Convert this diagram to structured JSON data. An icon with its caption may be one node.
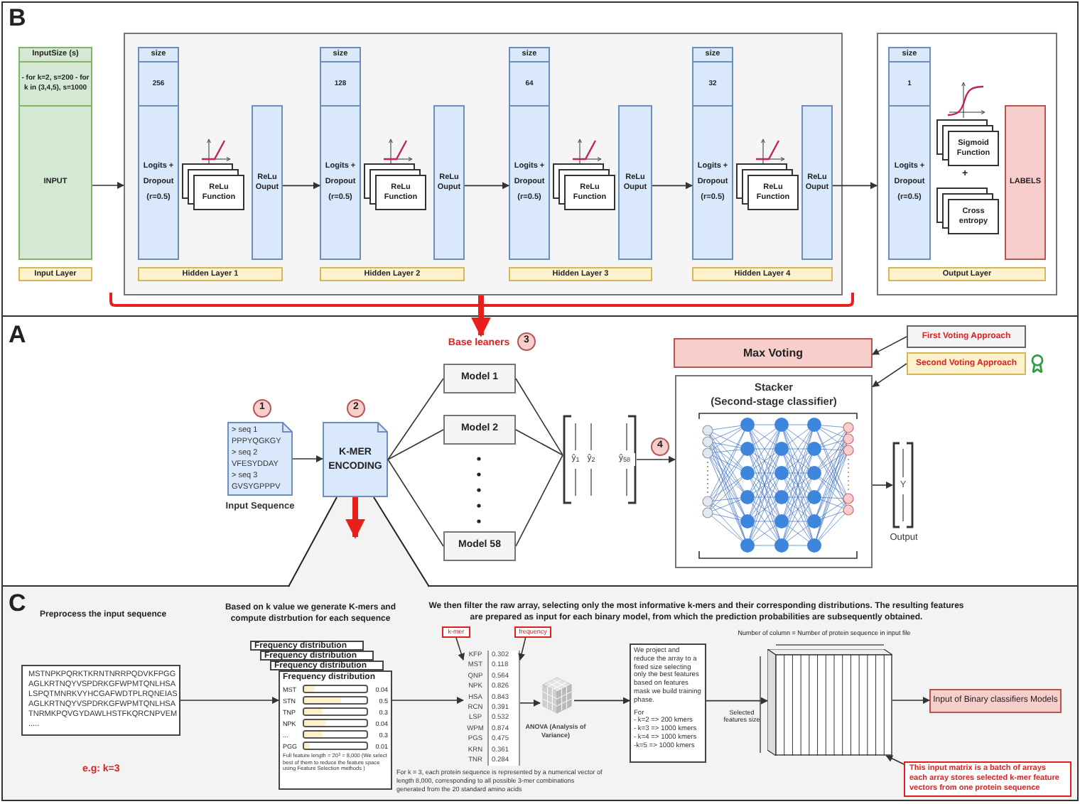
{
  "diagram": {
    "nodes": [
      {
        "text": [
          "InputSize (s)",
          "- for k=2, s=200 - for k in (3,4,5), s=1000",
          "INPUT"
        ]
      },
      {
        "text": [
          "Input Layer"
        ]
      },
      {
        "text": [],
        "shape": "box"
      },
      {
        "text": [
          "size",
          "256",
          "Logits + Dropout (r=0.5)"
        ],
        "in": 2
      },
      {
        "text": [
          "ReLu Function"
        ],
        "in": 2
      },
      {
        "text": [
          "ReLu Ouput"
        ],
        "in": 2
      },
      {
        "text": [
          "Hidden Layer 1"
        ],
        "in": 2
      },
      {
        "text": [
          "size",
          "128",
          "Logits + Dropout (r=0.5)"
        ],
        "in": 2
      },
      {
        "text": [
          "ReLu Function"
        ],
        "in": 2
      },
      {
        "text": [
          "ReLu Ouput"
        ],
        "in": 2
      },
      {
        "text": [
          "Hidden Layer 2"
        ],
        "in": 2
      },
      {
        "text": [
          "size",
          "64",
          "Logits + Dropout (r=0.5)"
        ],
        "in": 2
      },
      {
        "text": [
          "ReLu Function"
        ],
        "in": 2
      },
      {
        "text": [
          "ReLu Ouput"
        ],
        "in": 2
      },
      {
        "text": [
          "Hidden Layer 3"
        ],
        "in": 2
      },
      {
        "text": [
          "size",
          "32",
          "Logits + Dropout (r=0.5)"
        ],
        "in": 2
      },
      {
        "text": [
          "ReLu Function"
        ],
        "in": 2
      },
      {
        "text": [
          "ReLu Ouput"
        ],
        "in": 2
      },
      {
        "text": [
          "Hidden Layer 4"
        ],
        "in": 2
      },
      {
        "text": [],
        "shape": "box"
      },
      {
        "text": [
          "size",
          "1",
          "Logits + Dropout (r=0.5)"
        ],
        "in": 19
      },
      {
        "text": [
          "Sigmoid Function"
        ],
        "in": 19
      },
      {
        "text": [
          "Cross entropy"
        ],
        "in": 19
      },
      {
        "text": [
          "LABELS"
        ],
        "in": 19
      },
      {
        "text": [
          "Output Layer"
        ],
        "in": 19
      },
      {
        "text": [
          "Base leaners"
        ]
      },
      {
        "text": [
          "3"
        ]
      },
      {
        "text": [
          "1"
        ]
      },
      {
        "text": [
          "> seq 1",
          "PPPYQGKGY",
          "> seq 2",
          "VFESYDDAY",
          "> seq 3",
          "GVSYGPPPV"
        ],
        "beside": [
          "Input Sequence"
        ]
      },
      {
        "text": [
          "2"
        ]
      },
      {
        "text": [
          "K-MER ENCODING"
        ]
      },
      {
        "text": [
          "Model 1"
        ]
      },
      {
        "text": [
          "Model 2"
        ]
      },
      {
        "text": [
          "Model 58"
        ]
      },
      {
        "text": [
          "ŷ$_{1}$",
          "ŷ$_{2}$",
          "ŷ$_{58}$"
        ]
      },
      {
        "text": [
          "4"
        ]
      },
      {
        "text": [
          "Max Voting"
        ]
      },
      {
        "text": [
          "First Voting Approach"
        ]
      },
      {
        "text": [
          "Second Voting Approach"
        ]
      },
      {
        "text": [
          "Stacker",
          "(Second-stage classifier)"
        ]
      },
      {
        "text": [
          "Y"
        ],
        "beside": [
          "Output"
        ]
      },
      {
        "text": [
          "MSTNPKPQRKTKRNTNRRPQDVKFPGG",
          "AGLKRTNQYVSPDRKGFWPMTQNLHSA",
          "LSPQTMNRKVYHCGAFWDTPLRQNEIAS",
          "AGLKRTNQYVSPDRKGFWPMTQNLHSA",
          "TNRMKPQVGYDAWLHSTFKQRCNPVEM",
          "....."
        ]
      },
      {
        "text": [
          "Frequency distribution"
        ]
      },
      {
        "text": [
          "Frequency distribution"
        ]
      },
      {
        "text": [
          "Frequency distribution"
        ]
      },
      {
        "text": [
          "Frequency distribution",
          "MST",
          "0.04",
          "STN",
          "0.5",
          "TNP",
          "0.3",
          "NPK",
          "0.04",
          "...",
          "0.3",
          "PGG",
          "0.01",
          "Full feature length = 20$^{3}$ = 8,000 (We select best of them to reduce the feature space using Feature Selection methods )"
        ]
      },
      {
        "text": [
          "k-mer"
        ]
      },
      {
        "text": [
          "frequency"
        ]
      },
      {
        "text": [
          "KFP",
          "0.302",
          "MST",
          "0.118",
          "QNP",
          "0.564",
          "NPK",
          "0.826",
          "HSA",
          "0.843",
          "RCN",
          "0.391",
          "LSP",
          "0.532",
          "WPM",
          "0.874",
          "PGS",
          "0.475",
          "KRN",
          "0.361",
          "TNR",
          "0.284"
        ]
      },
      {
        "text": [],
        "shape": "cube"
      },
      {
        "text": [
          "We project and reduce the array to a fixed size selecting only the best features based on features mask we build training phase.",
          "For",
          "- k=2 => 200 kmers",
          "- k=3 => 1000 kmers",
          "- k=4 => 1000 kmers",
          "-k=5 => 1000 kmers"
        ]
      },
      {
        "text": [],
        "shape": "box"
      },
      {
        "text": [
          "Input of Binary classifiers Models"
        ]
      },
      {
        "text": [
          "This input matrix is a batch of arrays each array stores selected k-mer feature vectors from one protein sequence"
        ]
      }
    ],
    "edges": [
      {
        "from": 0,
        "to": 2,
        "arrow": "to"
      },
      {
        "from": 5,
        "to": 7,
        "arrow": "to"
      },
      {
        "from": 9,
        "to": 11,
        "arrow": "to"
      },
      {
        "from": 13,
        "to": 15,
        "arrow": "to"
      },
      {
        "from": 17,
        "to": 19,
        "arrow": "to"
      },
      {
        "from": 2,
        "to": 25,
        "arrow": "to",
        "style": "thick",
        "color": "#e8201c"
      },
      {
        "from": 28,
        "to": 30,
        "arrow": "to"
      },
      {
        "from": 30,
        "to": 31,
        "arrow": "none"
      },
      {
        "from": 30,
        "to": 32,
        "arrow": "none"
      },
      {
        "from": 30,
        "to": 33,
        "arrow": "none"
      },
      {
        "from": 31,
        "to": 34,
        "arrow": "none"
      },
      {
        "from": 32,
        "to": 34,
        "arrow": "none"
      },
      {
        "from": 33,
        "to": 34,
        "arrow": "none"
      },
      {
        "from": 34,
        "to": 39,
        "arrow": "to"
      },
      {
        "from": 37,
        "to": 36,
        "arrow": "to"
      },
      {
        "from": 38,
        "to": 39,
        "arrow": "to"
      },
      {
        "from": 39,
        "to": 40,
        "arrow": "to"
      },
      {
        "from": 30,
        "to": null,
        "arrow": "to",
        "style": "thick",
        "color": "#e8201c"
      },
      {
        "from": 41,
        "to": 45,
        "arrow": "to"
      },
      {
        "from": 45,
        "to": 48,
        "arrow": "to"
      },
      {
        "from": 46,
        "to": 48,
        "arrow": "to"
      },
      {
        "from": 47,
        "to": 48,
        "arrow": "to"
      },
      {
        "from": 48,
        "to": 49,
        "arrow": "to"
      },
      {
        "from": 49,
        "to": 50,
        "arrow": "to"
      },
      {
        "from": 50,
        "to": 51,
        "arrow": "to"
      },
      {
        "from": 51,
        "to": 52,
        "arrow": "to"
      },
      {
        "from": 53,
        "to": 51,
        "arrow": "to"
      }
    ],
    "labels": [
      "B",
      "+",
      "A",
      "C",
      "Preprocess the input sequence",
      "Based on k value we generate K-mers and compute distrbution for each sequence",
      "We then filter the raw array, selecting only the most informative k-mers and their corresponding distributions. The resulting features are prepared as input for each binary model, from which the prediction probabilities are subsequently obtained.",
      "Number of column = Number of protein sequence in input file",
      "Selected features size",
      "e.g: k=3",
      "ANOVA (Analysis of Variance)",
      "For k = 3, each protein sequence is represented by a numerical vector of length 8,000, corresponding to all possible 3-mer combinations generated from the 20 standard amino acids"
    ]
  }
}
